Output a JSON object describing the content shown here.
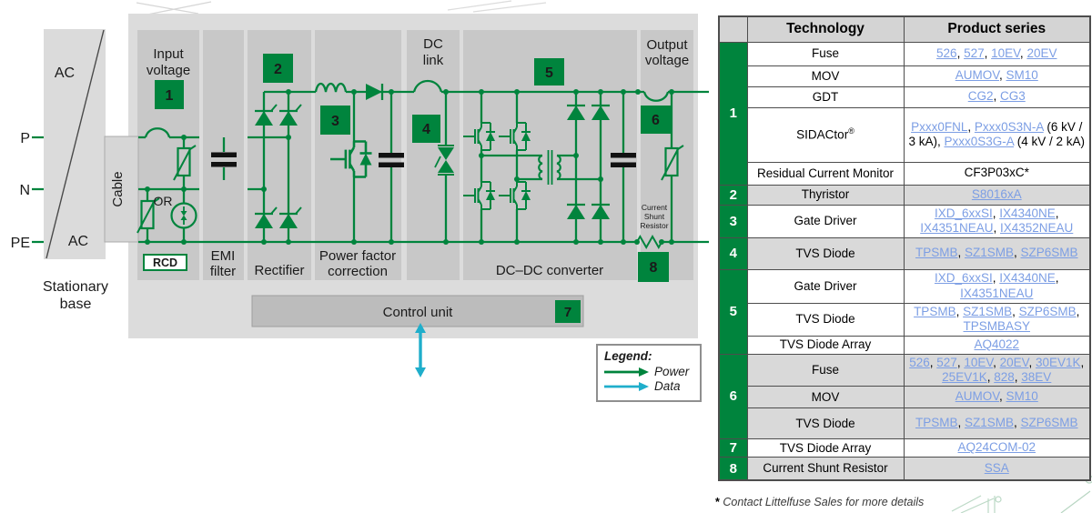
{
  "colors": {
    "brand_green": "#00843D",
    "data_cyan": "#1FAECB",
    "link_blue": "#7C9EE4"
  },
  "diagram": {
    "source": {
      "ac_top": "AC",
      "ac_bottom": "AC",
      "base_line1": "Stationary",
      "base_line2": "base",
      "cable": "Cable",
      "p": "P",
      "n": "N",
      "pe": "PE",
      "or": "OR",
      "rcd": "RCD"
    },
    "sections": {
      "input_1": "Input",
      "input_2": "voltage",
      "emi_1": "EMI",
      "emi_2": "filter",
      "rectifier": "Rectifier",
      "pfc_1": "Power factor",
      "pfc_2": "correction",
      "dclink_1": "DC",
      "dclink_2": "link",
      "dcdc": "DC–DC converter",
      "output_1": "Output",
      "output_2": "voltage",
      "control": "Control unit",
      "shunt_1": "Current",
      "shunt_2": "Shunt",
      "shunt_3": "Resistor"
    },
    "badges": {
      "b1": "1",
      "b2": "2",
      "b3": "3",
      "b4": "4",
      "b5": "5",
      "b6": "6",
      "b7": "7",
      "b8": "8"
    }
  },
  "legend": {
    "title": "Legend:",
    "power": "Power",
    "data": "Data"
  },
  "table": {
    "header": {
      "tech": "Technology",
      "product": "Product series"
    },
    "groups": [
      {
        "num": "1",
        "rows": [
          {
            "tech": "Fuse",
            "parts": [
              {
                "a": "526"
              },
              {
                "t": ", "
              },
              {
                "a": "527"
              },
              {
                "t": ", "
              },
              {
                "a": "10EV"
              },
              {
                "t": ", "
              },
              {
                "a": "20EV"
              }
            ]
          },
          {
            "tech": "MOV",
            "parts": [
              {
                "a": "AUMOV"
              },
              {
                "t": ", "
              },
              {
                "a": "SM10"
              }
            ]
          },
          {
            "tech": "GDT",
            "parts": [
              {
                "a": "CG2"
              },
              {
                "t": ", "
              },
              {
                "a": "CG3"
              }
            ]
          },
          {
            "tech": "SIDACtor",
            "tech_sup": "®",
            "parts": [
              {
                "a": "Pxxx0FNL"
              },
              {
                "t": ", "
              },
              {
                "a": "Pxxx0S3N-A"
              },
              {
                "t": " (6 kV / 3 kA), "
              },
              {
                "a": "Pxxx0S3G-A"
              },
              {
                "t": " (4 kV / 2 kA)"
              }
            ]
          },
          {
            "tech": "Residual Current Monitor",
            "parts": [
              {
                "t": "CF3P03xC*"
              }
            ]
          }
        ]
      },
      {
        "num": "2",
        "rows": [
          {
            "tech": "Thyristor",
            "parts": [
              {
                "a": "S8016xA"
              }
            ]
          }
        ]
      },
      {
        "num": "3",
        "rows": [
          {
            "tech": "Gate Driver",
            "parts": [
              {
                "a": "IXD_6xxSI"
              },
              {
                "t": ", "
              },
              {
                "a": "IX4340NE"
              },
              {
                "t": ", "
              },
              {
                "a": "IX4351NEAU"
              },
              {
                "t": ", "
              },
              {
                "a": "IX4352NEAU"
              }
            ]
          }
        ]
      },
      {
        "num": "4",
        "rows": [
          {
            "tech": "TVS Diode",
            "parts": [
              {
                "a": "TPSMB"
              },
              {
                "t": ", "
              },
              {
                "a": "SZ1SMB"
              },
              {
                "t": ", "
              },
              {
                "a": "SZP6SMB"
              }
            ]
          }
        ]
      },
      {
        "num": "5",
        "rows": [
          {
            "tech": "Gate Driver",
            "parts": [
              {
                "a": "IXD_6xxSI"
              },
              {
                "t": ", "
              },
              {
                "a": "IX4340NE"
              },
              {
                "t": ", "
              },
              {
                "a": "IX4351NEAU"
              }
            ]
          },
          {
            "tech": "TVS Diode",
            "parts": [
              {
                "a": "TPSMB"
              },
              {
                "t": ", "
              },
              {
                "a": "SZ1SMB"
              },
              {
                "t": ", "
              },
              {
                "a": "SZP6SMB"
              },
              {
                "t": ", "
              },
              {
                "a": "TPSMBASY"
              }
            ]
          },
          {
            "tech": "TVS Diode Array",
            "parts": [
              {
                "a": "AQ4022"
              }
            ]
          }
        ]
      },
      {
        "num": "6",
        "rows": [
          {
            "tech": "Fuse",
            "parts": [
              {
                "a": "526"
              },
              {
                "t": ", "
              },
              {
                "a": "527"
              },
              {
                "t": ", "
              },
              {
                "a": "10EV"
              },
              {
                "t": ", "
              },
              {
                "a": "20EV"
              },
              {
                "t": ", "
              },
              {
                "a": "30EV1K"
              },
              {
                "t": ", "
              },
              {
                "a": "25EV1K"
              },
              {
                "t": ", "
              },
              {
                "a": "828"
              },
              {
                "t": ", "
              },
              {
                "a": "38EV"
              }
            ]
          },
          {
            "tech": "MOV",
            "parts": [
              {
                "a": "AUMOV"
              },
              {
                "t": ", "
              },
              {
                "a": "SM10"
              }
            ]
          },
          {
            "tech": "TVS Diode",
            "parts": [
              {
                "a": "TPSMB"
              },
              {
                "t": ", "
              },
              {
                "a": "SZ1SMB"
              },
              {
                "t": ", "
              },
              {
                "a": "SZP6SMB"
              }
            ]
          }
        ]
      },
      {
        "num": "7",
        "rows": [
          {
            "tech": "TVS Diode Array",
            "parts": [
              {
                "a": "AQ24COM-02"
              }
            ]
          }
        ]
      },
      {
        "num": "8",
        "rows": [
          {
            "tech": "Current Shunt Resistor",
            "parts": [
              {
                "a": "SSA"
              }
            ]
          }
        ]
      }
    ]
  },
  "footnote": {
    "star": "*",
    "text": " Contact Littelfuse Sales for more details"
  }
}
